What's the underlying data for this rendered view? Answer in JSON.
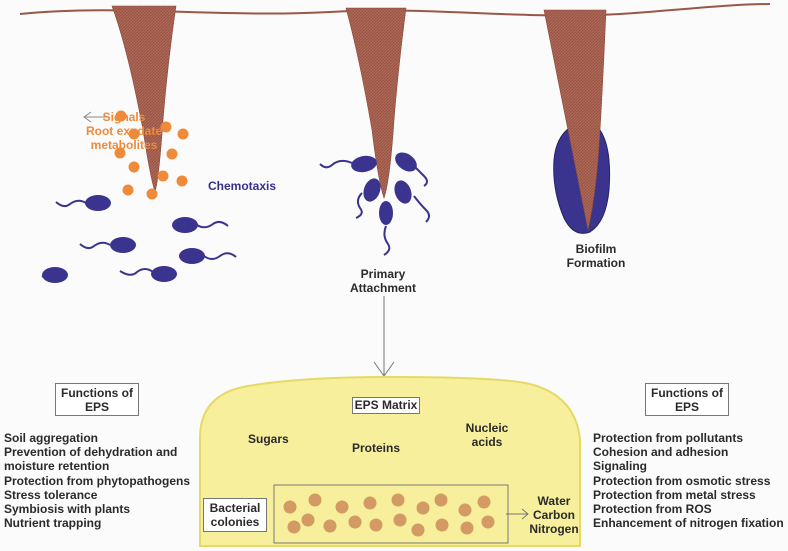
{
  "colors": {
    "root": "#9a5747",
    "bacteria": "#3a348f",
    "signal": "#ef8a3a",
    "matrix_fill": "#f7ef9c",
    "matrix_stroke": "#e6d966",
    "colony": "#d39a63"
  },
  "labels": {
    "signals": "Signals",
    "root_exudate": "Root exudate",
    "metabolites": "metabolites",
    "chemotaxis": "Chemotaxis",
    "primary": "Primary",
    "attachment": "Attachment",
    "biofilm": "Biofilm",
    "formation": "Formation",
    "eps_matrix": "EPS Matrix",
    "sugars": "Sugars",
    "proteins": "Proteins",
    "nucleic": "Nucleic",
    "acids": "acids",
    "bacterial": "Bacterial",
    "colonies": "colonies",
    "water": "Water",
    "carbon": "Carbon",
    "nitrogen": "Nitrogen"
  },
  "left_functions": {
    "title_line1": "Functions of",
    "title_line2": "EPS",
    "items": [
      "Soil aggregation",
      "Prevention of dehydration and",
      "moisture retention",
      "Protection from phytopathogens",
      "Stress tolerance",
      "Symbiosis with plants",
      "Nutrient trapping"
    ]
  },
  "right_functions": {
    "title_line1": "Functions of",
    "title_line2": "EPS",
    "items": [
      "Protection from pollutants",
      "Cohesion and adhesion",
      "Signaling",
      "Protection from osmotic stress",
      "Protection from metal stress",
      "Protection from ROS",
      "Enhancement of nitrogen fixation"
    ]
  }
}
